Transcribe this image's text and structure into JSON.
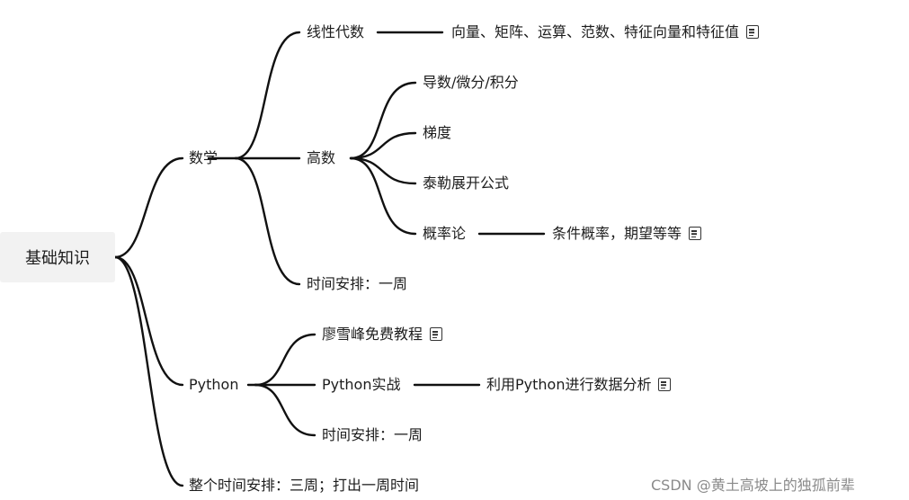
{
  "root": "基础知识",
  "math": {
    "label": "数学",
    "linear_algebra": {
      "label": "线性代数",
      "detail": "向量、矩阵、运算、范数、特征向量和特征值"
    },
    "calculus": {
      "label": "高数",
      "children": [
        "导数/微分/积分",
        "梯度",
        "泰勒展开公式"
      ],
      "probability": {
        "label": "概率论",
        "detail": "条件概率，期望等等"
      }
    },
    "schedule": "时间安排：一周"
  },
  "python": {
    "label": "Python",
    "tutorial": "廖雪峰免费教程",
    "practice": {
      "label": "Python实战",
      "detail": "利用Python进行数据分析"
    },
    "schedule": "时间安排：一周"
  },
  "overall_schedule": "整个时间安排：三周；打出一周时间",
  "watermark": "CSDN @黄土高坡上的独孤前辈",
  "icons": {
    "note": "note-icon"
  }
}
